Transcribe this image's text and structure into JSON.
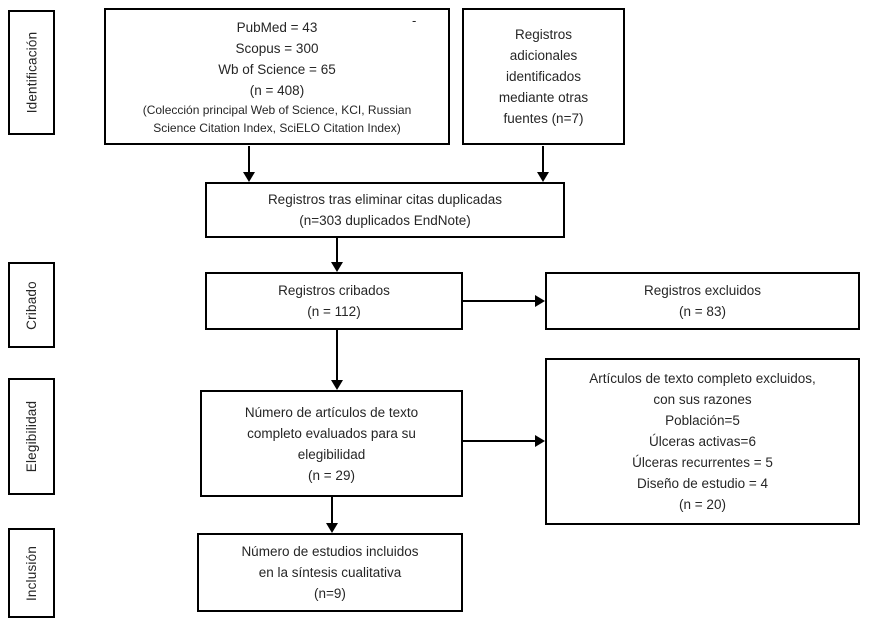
{
  "colors": {
    "border": "#000000",
    "text": "#262626",
    "background": "#ffffff"
  },
  "stages": [
    {
      "label": "Identificación"
    },
    {
      "label": "Cribado"
    },
    {
      "label": "Elegibilidad"
    },
    {
      "label": "Inclusión"
    }
  ],
  "boxes": {
    "sources": {
      "main": "PubMed = 43\nScopus = 300\nWb of Science = 65\n(n = 408)",
      "note": "(Colección principal Web of Science, KCI, Russian\nScience Citation Index, SciELO Citation Index)",
      "mark": "-"
    },
    "additional": {
      "text": "Registros\nadicionales\nidentificados\nmediante otras\nfuentes (n=7)"
    },
    "deduplicated": {
      "text": "Registros tras eliminar citas duplicadas\n(n=303 duplicados EndNote)"
    },
    "screened": {
      "text": "Registros cribados\n(n = 112)"
    },
    "screened_excluded": {
      "text": "Registros excluidos\n(n = 83)"
    },
    "fulltext_assessed": {
      "text": "Número de artículos de texto\ncompleto evaluados para su\nelegibilidad\n(n = 29)"
    },
    "fulltext_excluded": {
      "text": "Artículos de texto completo excluidos,\ncon sus razones\nPoblación=5\nÚlceras activas=6\nÚlceras recurrentes = 5\nDiseño de estudio = 4\n(n = 20)"
    },
    "included": {
      "text": "Número de estudios incluidos\nen la síntesis cualitativa\n(n=9)"
    }
  }
}
